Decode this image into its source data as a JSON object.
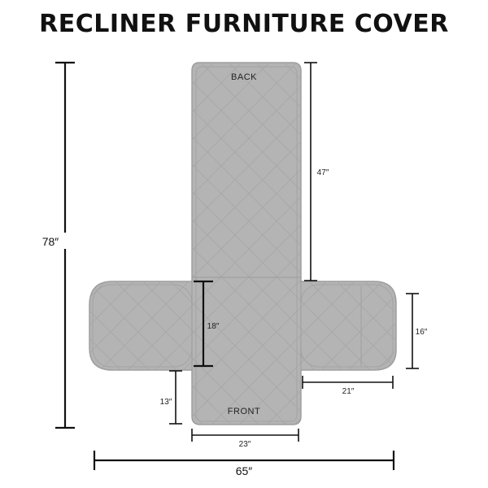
{
  "title": "RECLINER FURNITURE COVER",
  "parts": {
    "back": "BACK",
    "front": "FRONT"
  },
  "dimensions": {
    "total_height": "78″",
    "back_length": "47″",
    "seat_depth": "18″",
    "arm_height": "16″",
    "arm_width": "21″",
    "front_flap": "13″",
    "seat_width": "23″",
    "total_width": "65″"
  },
  "colors": {
    "fabric": "#b4b4b4",
    "fabric_edge": "#9e9e9e",
    "quilt_line": "#a6a6a6",
    "dimension_line": "#111111"
  }
}
